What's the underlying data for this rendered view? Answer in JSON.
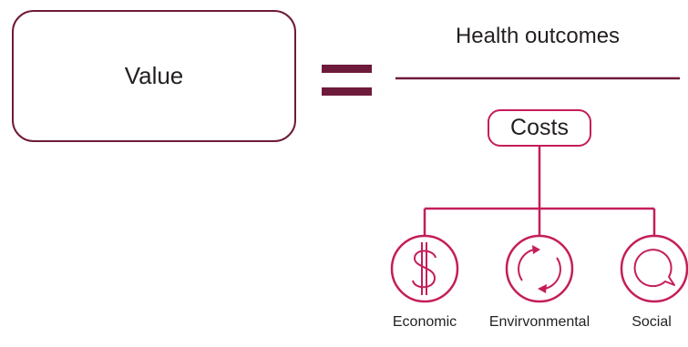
{
  "equation": {
    "left_term": "Value",
    "operator": "=",
    "numerator": "Health outcomes",
    "denominator": "Costs"
  },
  "cost_categories": [
    {
      "label": "Economic",
      "icon": "dollar-icon"
    },
    {
      "label": "Envirvonmental",
      "icon": "recycle-arrows-icon"
    },
    {
      "label": "Social",
      "icon": "speech-bubble-icon"
    }
  ],
  "colors": {
    "dark_maroon": "#6e1a3a",
    "magenta": "#c41e5a",
    "text": "#231f20"
  }
}
